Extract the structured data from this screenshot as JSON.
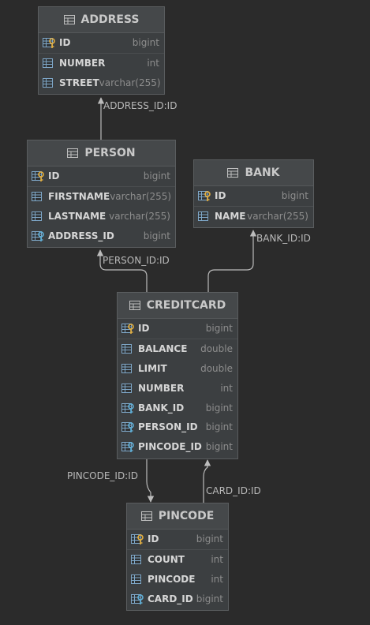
{
  "entities": {
    "address": {
      "name": "ADDRESS",
      "columns": [
        {
          "name": "ID",
          "type": "bigint",
          "kind": "pk"
        },
        {
          "name": "NUMBER",
          "type": "int",
          "kind": "col"
        },
        {
          "name": "STREET",
          "type": "varchar(255)",
          "kind": "col"
        }
      ]
    },
    "person": {
      "name": "PERSON",
      "columns": [
        {
          "name": "ID",
          "type": "bigint",
          "kind": "pk"
        },
        {
          "name": "FIRSTNAME",
          "type": "varchar(255)",
          "kind": "col"
        },
        {
          "name": "LASTNAME",
          "type": "varchar(255)",
          "kind": "col"
        },
        {
          "name": "ADDRESS_ID",
          "type": "bigint",
          "kind": "fk"
        }
      ]
    },
    "bank": {
      "name": "BANK",
      "columns": [
        {
          "name": "ID",
          "type": "bigint",
          "kind": "pk"
        },
        {
          "name": "NAME",
          "type": "varchar(255)",
          "kind": "col"
        }
      ]
    },
    "creditcard": {
      "name": "CREDITCARD",
      "columns": [
        {
          "name": "ID",
          "type": "bigint",
          "kind": "pk"
        },
        {
          "name": "BALANCE",
          "type": "double",
          "kind": "col"
        },
        {
          "name": "LIMIT",
          "type": "double",
          "kind": "col"
        },
        {
          "name": "NUMBER",
          "type": "int",
          "kind": "col"
        },
        {
          "name": "BANK_ID",
          "type": "bigint",
          "kind": "fk"
        },
        {
          "name": "PERSON_ID",
          "type": "bigint",
          "kind": "fk"
        },
        {
          "name": "PINCODE_ID",
          "type": "bigint",
          "kind": "fk"
        }
      ]
    },
    "pincode": {
      "name": "PINCODE",
      "columns": [
        {
          "name": "ID",
          "type": "bigint",
          "kind": "pk"
        },
        {
          "name": "COUNT",
          "type": "int",
          "kind": "col"
        },
        {
          "name": "PINCODE",
          "type": "int",
          "kind": "col"
        },
        {
          "name": "CARD_ID",
          "type": "bigint",
          "kind": "fk"
        }
      ]
    }
  },
  "relations": {
    "person_address": "ADDRESS_ID:ID",
    "creditcard_person": "PERSON_ID:ID",
    "creditcard_bank": "BANK_ID:ID",
    "creditcard_pincode": "PINCODE_ID:ID",
    "pincode_card": "CARD_ID:ID"
  },
  "colors": {
    "background": "#2b2b2b",
    "entity_fill": "#3c3f41",
    "connector": "#bbbbbb",
    "key_icon": "#e8b03b",
    "column_icon": "#7fa8c9"
  }
}
